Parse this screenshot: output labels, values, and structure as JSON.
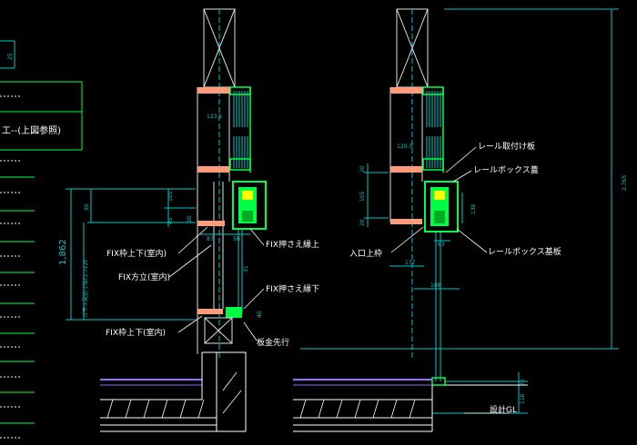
{
  "left_section": {
    "top_dim": "25",
    "ref_note": "工--(上図参照)",
    "dims": {
      "d_123_5": "123.5",
      "d_50": "50",
      "d_105": "105",
      "d_45": "45",
      "d_20": "20",
      "d_87": "87",
      "d_58": "58",
      "d_31": "31",
      "d_40": "40",
      "overall_1862": "1,862",
      "glass_opening": "ガラス見込寸法(1,712)"
    },
    "labels": {
      "fix_frame_top": "FIX枠上下(室内)",
      "fix_stile": "FIX方立(室内)",
      "fix_frame_bottom": "FIX枠上下(室内)",
      "fix_bead_top": "FIX押さえ縁上",
      "fix_bead_bottom": "FIX押さえ縁下",
      "sheet_metal": "板金先行"
    }
  },
  "right_section": {
    "dims": {
      "d_120_5": "120.5",
      "d_20a": "20",
      "d_105": "105",
      "d_20b": "20",
      "d_130": "130",
      "d_63": "63",
      "d_177": "177",
      "d_188": "188",
      "d_20c": "20",
      "d_110": "110",
      "overall_2765": "2,765"
    },
    "labels": {
      "rail_mount": "レール取付け板",
      "rail_box_cover": "レールボックス蓋",
      "rail_box_base": "レールボックス基板",
      "entrance_head": "入口上枠",
      "design_gl": "設計GL"
    }
  },
  "colors": {
    "background": "#000000",
    "dimension": "#00c8c8",
    "structure": "#e0e0e0",
    "frame_green": "#00ff44",
    "beam_salmon": "#ff9a7a",
    "floor_purple": "#9966ff",
    "ground_white": "#ffffff"
  }
}
